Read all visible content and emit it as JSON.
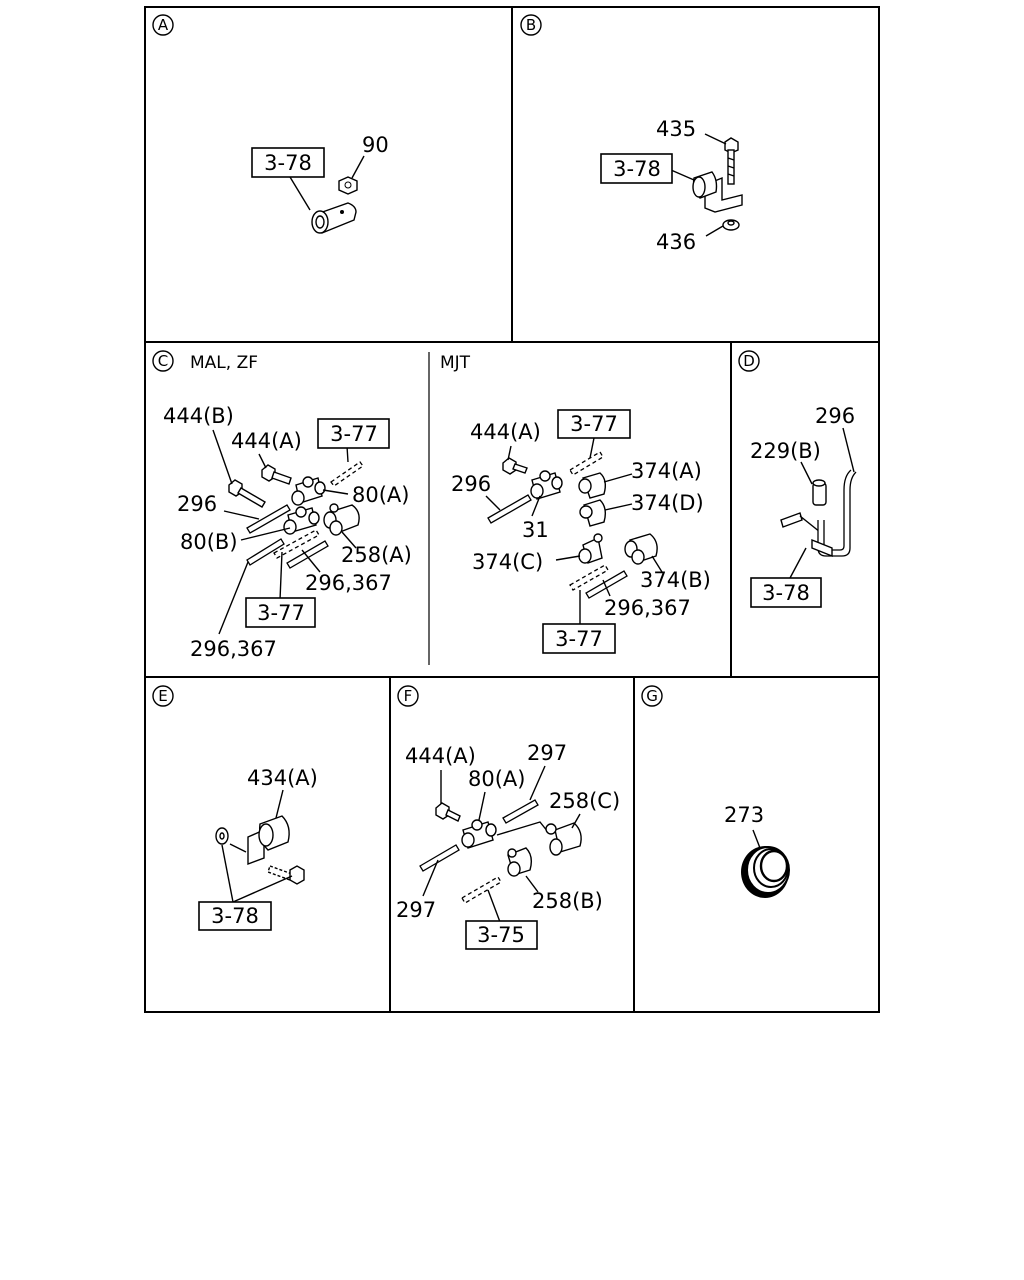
{
  "panels": {
    "a": {
      "letter": "A",
      "callouts": {
        "p90": "90",
        "ref": "3-78"
      }
    },
    "b": {
      "letter": "B",
      "callouts": {
        "p435": "435",
        "ref": "3-78",
        "p436": "436"
      }
    },
    "c": {
      "letter": "C",
      "header": "MAL, ZF",
      "callouts": {
        "p444b": "444(B)",
        "p444a": "444(A)",
        "ref_top": "3-77",
        "p296": "296",
        "p80a": "80(A)",
        "p80b": "80(B)",
        "p258a": "258(A)",
        "p296_367_a": "296,367",
        "ref_mid": "3-77",
        "p296_367_b": "296,367"
      }
    },
    "mjt": {
      "header": "MJT",
      "callouts": {
        "p444a": "444(A)",
        "ref_top": "3-77",
        "p374a": "374(A)",
        "p296": "296",
        "p374d": "374(D)",
        "p31": "31",
        "p374c": "374(C)",
        "p374b": "374(B)",
        "p296_367": "296,367",
        "ref_bot": "3-77"
      }
    },
    "d": {
      "letter": "D",
      "callouts": {
        "p296": "296",
        "p229b": "229(B)",
        "ref": "3-78"
      }
    },
    "e": {
      "letter": "E",
      "callouts": {
        "p434a": "434(A)",
        "ref": "3-78"
      }
    },
    "f": {
      "letter": "F",
      "callouts": {
        "p444a": "444(A)",
        "p297_top": "297",
        "p80a": "80(A)",
        "p258c": "258(C)",
        "p297_bot": "297",
        "p258b": "258(B)",
        "ref": "3-75"
      }
    },
    "g": {
      "letter": "G",
      "callouts": {
        "p273": "273"
      }
    }
  }
}
